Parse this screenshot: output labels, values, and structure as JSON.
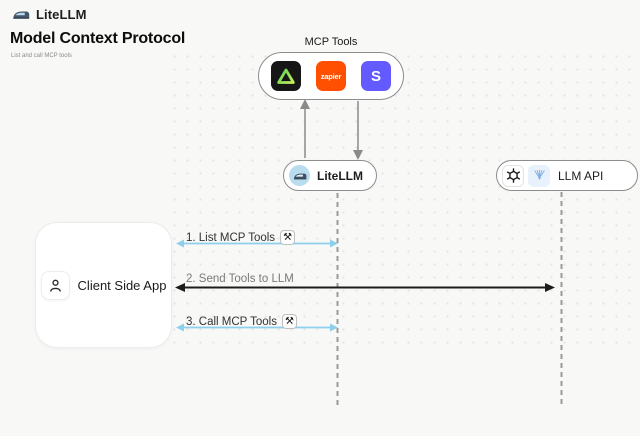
{
  "brand": {
    "name": "LiteLLM"
  },
  "header": {
    "title": "Model Context Protocol",
    "subtitle": "List and call MCP tools"
  },
  "mcp_box": {
    "label": "MCP Tools",
    "zapier_text": "zapier",
    "stripe_text": "S"
  },
  "nodes": {
    "litellm": "LiteLLM",
    "llm_api": "LLM API",
    "client": "Client Side App"
  },
  "messages": [
    {
      "label": "1. List MCP Tools",
      "has_tool_icon": true,
      "color": "#8ecfec"
    },
    {
      "label": "2. Send Tools to LLM",
      "has_tool_icon": false,
      "color": "#1d1d1d"
    },
    {
      "label": "3. Call MCP Tools",
      "has_tool_icon": true,
      "color": "#8ecfec"
    }
  ],
  "icons": {
    "tool_badge": "⚒"
  },
  "colors": {
    "background": "#f8f8f7",
    "arrow_blue": "#8ecfec",
    "arrow_dark": "#1d1d1d",
    "lifeline_gray": "#9a9a9a",
    "zapier_orange": "#ff4f00",
    "stripe_purple": "#635bff",
    "triangle_green": "#5ad45a",
    "litellm_icon_bg": "#b9dcee"
  }
}
